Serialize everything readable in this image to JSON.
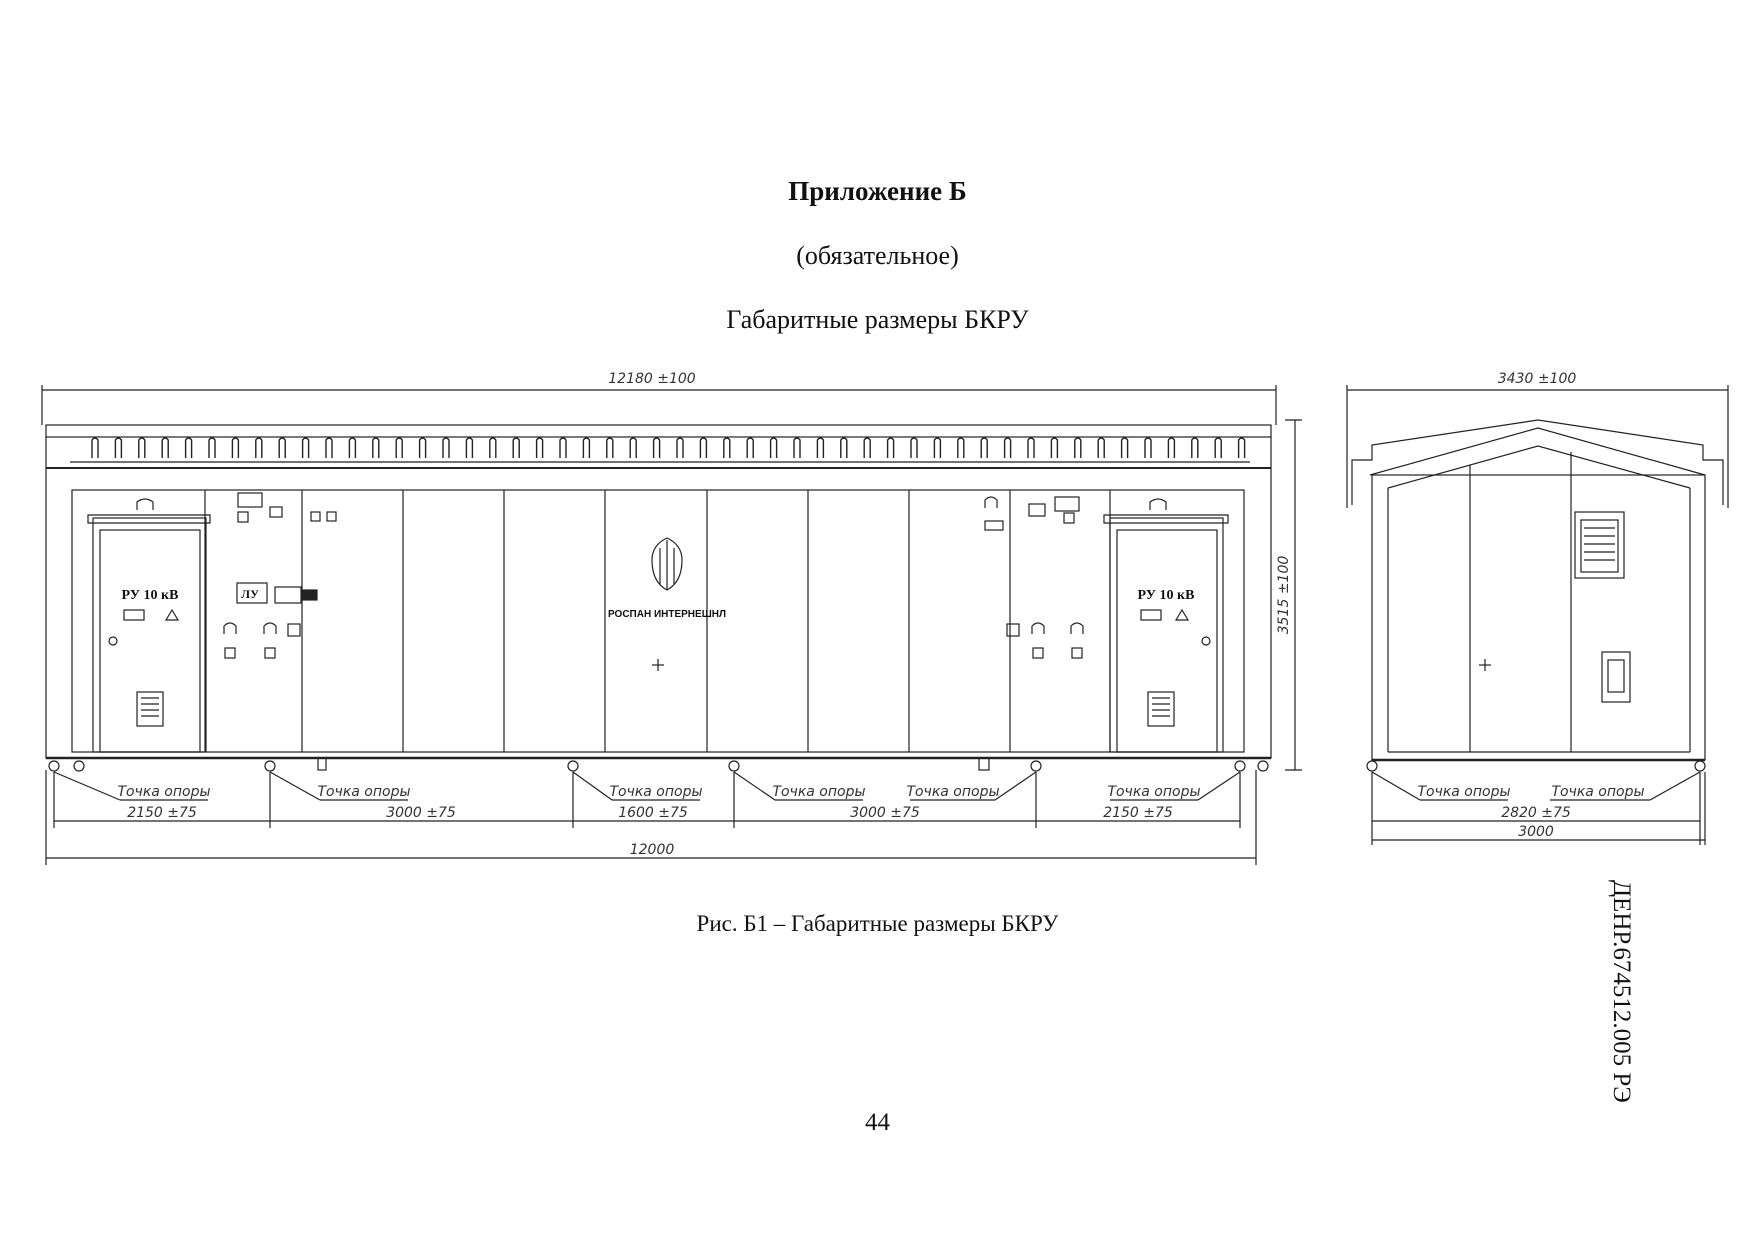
{
  "document": {
    "appendix_title": "Приложение Б",
    "appendix_type": "(обязательное)",
    "section_title": "Габаритные размеры БКРУ",
    "figure_caption": "Рис. Б1 – Габаритные размеры БКРУ",
    "page_number": "44",
    "document_code": "ДЕНР.674512.005 РЭ"
  },
  "drawing": {
    "front_view": {
      "overall_width": "12180 ±100",
      "height": "3515 ±100",
      "base_length": "12000",
      "segments": [
        "2150 ±75",
        "3000 ±75",
        "1600 ±75",
        "3000 ±75",
        "2150 ±75"
      ],
      "support_label": "Точка опоры",
      "door_label": "РУ 10 кВ",
      "control_label": "ЛУ",
      "logo_text": "РОСПАН ИНТЕРНЕШНЛ"
    },
    "side_view": {
      "overall_width": "3430 ±100",
      "inner_dim": "2820 ±75",
      "base_dim": "3000",
      "support_label": "Точка опоры"
    }
  }
}
